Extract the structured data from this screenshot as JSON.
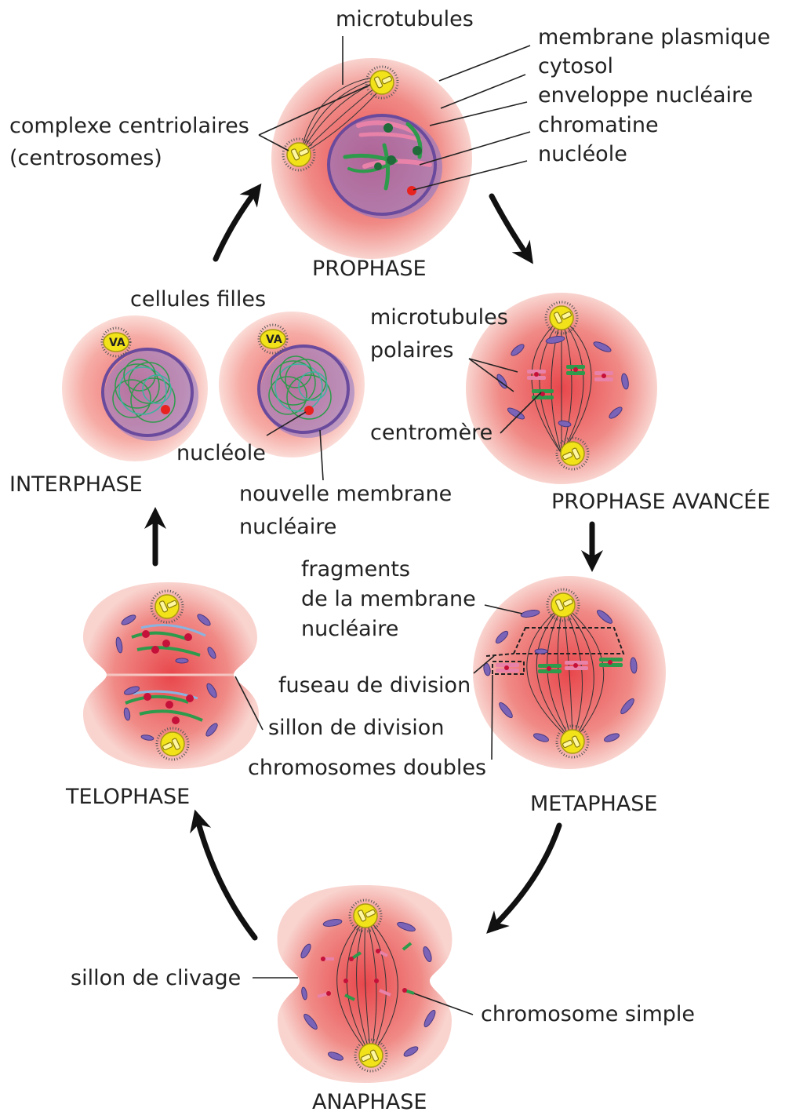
{
  "stages": {
    "prophase": "PROPHASE",
    "prophase_avancee": "PROPHASE AVANCÉE",
    "metaphase": "METAPHASE",
    "anaphase": "ANAPHASE",
    "telophase": "TELOPHASE",
    "interphase": "INTERPHASE"
  },
  "labels": {
    "microtubules": "microtubules",
    "membrane_plasmique": "membrane plasmique",
    "cytosol": "cytosol",
    "enveloppe_nucleaire": "enveloppe nucléaire",
    "chromatine": "chromatine",
    "nucleole_top": "nucléole",
    "complexe_line1": "complexe centriolaires",
    "complexe_line2": "(centrosomes)",
    "cellules_filles": "cellules filles",
    "microtubules_polaires_line1": "microtubules",
    "microtubules_polaires_line2": "polaires",
    "centromere": "centromère",
    "nucleole_daughter": "nucléole",
    "nouvelle_membrane_line1": "nouvelle membrane",
    "nouvelle_membrane_line2": "nucléaire",
    "fragments_line1": "fragments",
    "fragments_line2": "de la membrane",
    "fragments_line3": "nucléaire",
    "fuseau_de_division": "fuseau de division",
    "sillon_de_division": "sillon de division",
    "chromosomes_doubles": "chromosomes doubles",
    "sillon_de_clivage": "sillon de clivage",
    "chromosome_simple": "chromosome simple"
  },
  "colors": {
    "cytoplasm_center": "#e8474c",
    "cytoplasm_edge": "#f7c9c3",
    "nucleus_fill": "#ffffff",
    "nuclear_envelope": "#6a4a9c",
    "centrosome": "#f2e21a",
    "chromatin_green": "#2d9b4b",
    "chromatin_pink": "#e882a8",
    "nucleolus": "#e8231f",
    "arrow": "#111111"
  }
}
